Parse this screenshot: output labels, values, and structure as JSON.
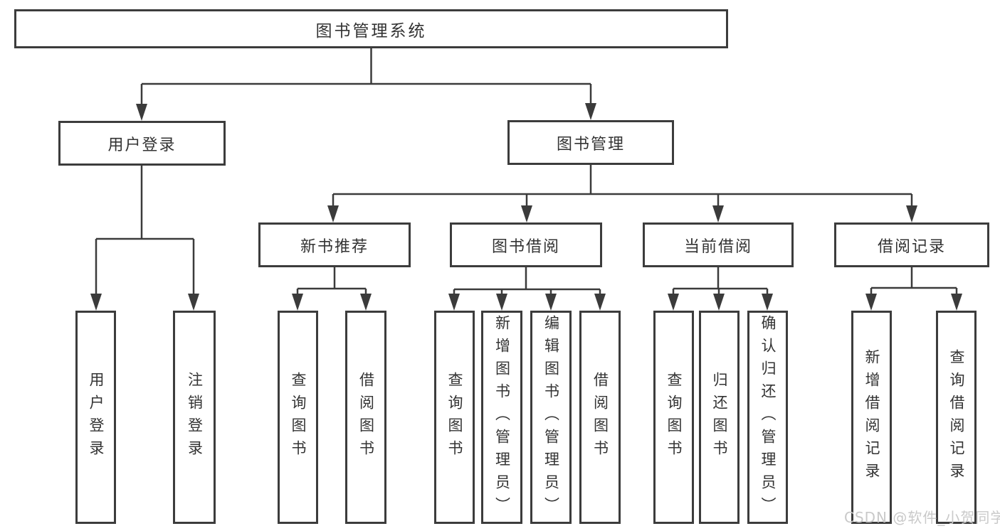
{
  "tree": {
    "label": "图书管理系统",
    "children": [
      {
        "label": "用户登录",
        "children": [
          {
            "label": "用户登录"
          },
          {
            "label": "注销登录"
          }
        ]
      },
      {
        "label": "图书管理",
        "children": [
          {
            "label": "新书推荐",
            "children": [
              {
                "label": "查询图书"
              },
              {
                "label": "借阅图书"
              }
            ]
          },
          {
            "label": "图书借阅",
            "children": [
              {
                "label": "查询图书"
              },
              {
                "label": "新增图书（管理员）"
              },
              {
                "label": "编辑图书（管理员）"
              },
              {
                "label": "借阅图书"
              }
            ]
          },
          {
            "label": "当前借阅",
            "children": [
              {
                "label": "查询图书"
              },
              {
                "label": "归还图书"
              },
              {
                "label": "确认归还（管理员）"
              }
            ]
          },
          {
            "label": "借阅记录",
            "children": [
              {
                "label": "新增借阅记录"
              },
              {
                "label": "查询借阅记录"
              }
            ]
          }
        ]
      }
    ]
  },
  "watermark": "CSDN @软件_小贺同学",
  "colors": {
    "line": "#3b3b3b",
    "box_border": "#3c3c3c",
    "text": "#333333",
    "watermark": "#c9c9c9",
    "background": "#ffffff"
  }
}
